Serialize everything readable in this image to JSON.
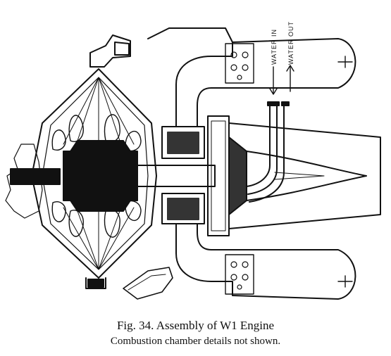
{
  "labels": {
    "water_in": "WATER IN",
    "water_out": "WATER OUT"
  },
  "caption": {
    "title": "Fig. 34. Assembly of W1 Engine",
    "note": "Combustion chamber details not shown."
  },
  "colors": {
    "ink": "#111111",
    "paper": "#ffffff"
  }
}
